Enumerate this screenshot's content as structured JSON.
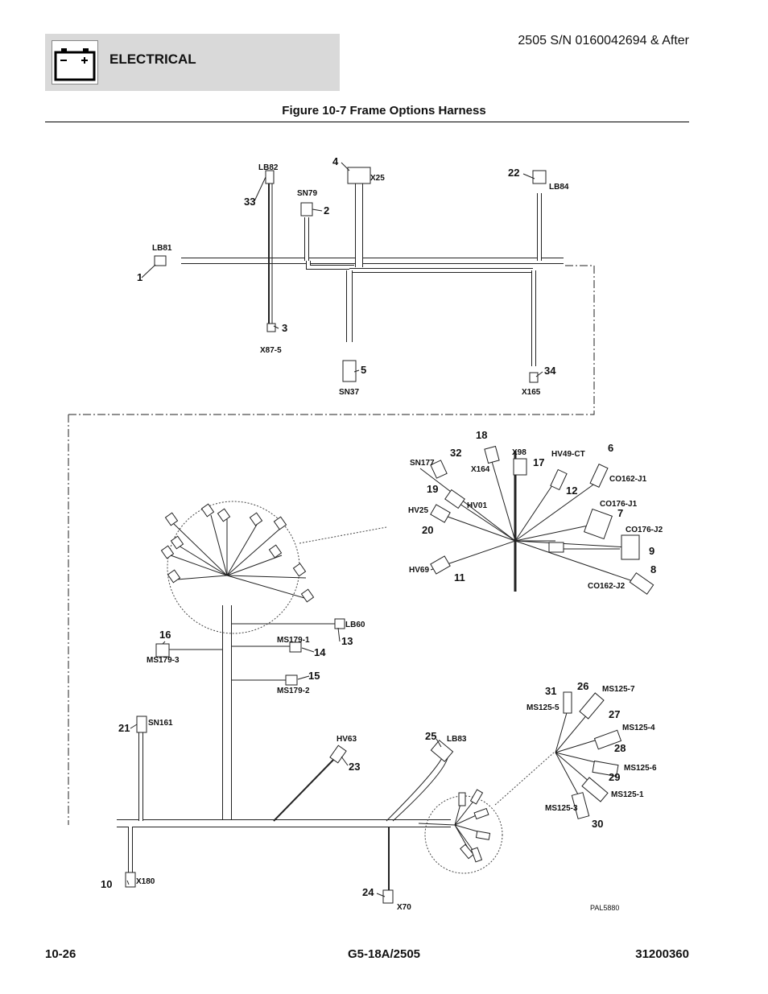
{
  "header": {
    "section": "ELECTRICAL",
    "serial": "2505 S/N 0160042694 & After",
    "icon": "battery-icon"
  },
  "figure_title": "Figure 10-7 Frame Options Harness",
  "drawing_id": "PAL5880",
  "footer": {
    "page": "10-26",
    "model": "G5-18A/2505",
    "doc_number": "31200360"
  },
  "items": [
    {
      "ref": "1",
      "connector": "LB81"
    },
    {
      "ref": "2",
      "connector": "SN79"
    },
    {
      "ref": "3",
      "connector": "X87-5"
    },
    {
      "ref": "4",
      "connector": "X25"
    },
    {
      "ref": "5",
      "connector": "SN37"
    },
    {
      "ref": "6",
      "connector": "CO162-J1"
    },
    {
      "ref": "7",
      "connector": "CO176-J1"
    },
    {
      "ref": "8",
      "connector": "CO162-J2"
    },
    {
      "ref": "9",
      "connector": "CO176-J2"
    },
    {
      "ref": "10",
      "connector": "X180"
    },
    {
      "ref": "11",
      "connector": "HV69"
    },
    {
      "ref": "12",
      "connector": "HV49-CT"
    },
    {
      "ref": "13",
      "connector": "LB60"
    },
    {
      "ref": "14",
      "connector": "MS179-1"
    },
    {
      "ref": "15",
      "connector": "MS179-2"
    },
    {
      "ref": "16",
      "connector": "MS179-3"
    },
    {
      "ref": "17",
      "connector": "X98"
    },
    {
      "ref": "18",
      "connector": "X164"
    },
    {
      "ref": "19",
      "connector": "HV01"
    },
    {
      "ref": "20",
      "connector": "HV25"
    },
    {
      "ref": "21",
      "connector": "SN161"
    },
    {
      "ref": "22",
      "connector": "LB84"
    },
    {
      "ref": "23",
      "connector": "HV63"
    },
    {
      "ref": "24",
      "connector": "X70"
    },
    {
      "ref": "25",
      "connector": "LB83"
    },
    {
      "ref": "26",
      "connector": "MS125-7"
    },
    {
      "ref": "27",
      "connector": "MS125-4"
    },
    {
      "ref": "28",
      "connector": "MS125-6"
    },
    {
      "ref": "29",
      "connector": "MS125-1"
    },
    {
      "ref": "30",
      "connector": "MS125-3"
    },
    {
      "ref": "31",
      "connector": "MS125-5"
    },
    {
      "ref": "32",
      "connector": "SN177"
    },
    {
      "ref": "33",
      "connector": "LB82"
    },
    {
      "ref": "34",
      "connector": "X165"
    }
  ]
}
